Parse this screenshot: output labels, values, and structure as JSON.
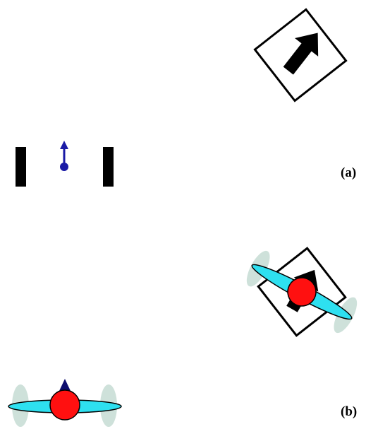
{
  "colors": {
    "background": "#ffffff",
    "ink": "#000000",
    "particle": "#1a1aa6",
    "blade": "#2ee0f0",
    "hub": "#ff1010",
    "blur": "#c5dcd4"
  },
  "icons": {
    "target_marker": "rotated-square-with-arrow",
    "particle": "dot-with-up-arrow",
    "rotor": "propeller-craft"
  },
  "panels": {
    "a": {
      "label": "(a)"
    },
    "b": {
      "label": "(b)"
    }
  }
}
